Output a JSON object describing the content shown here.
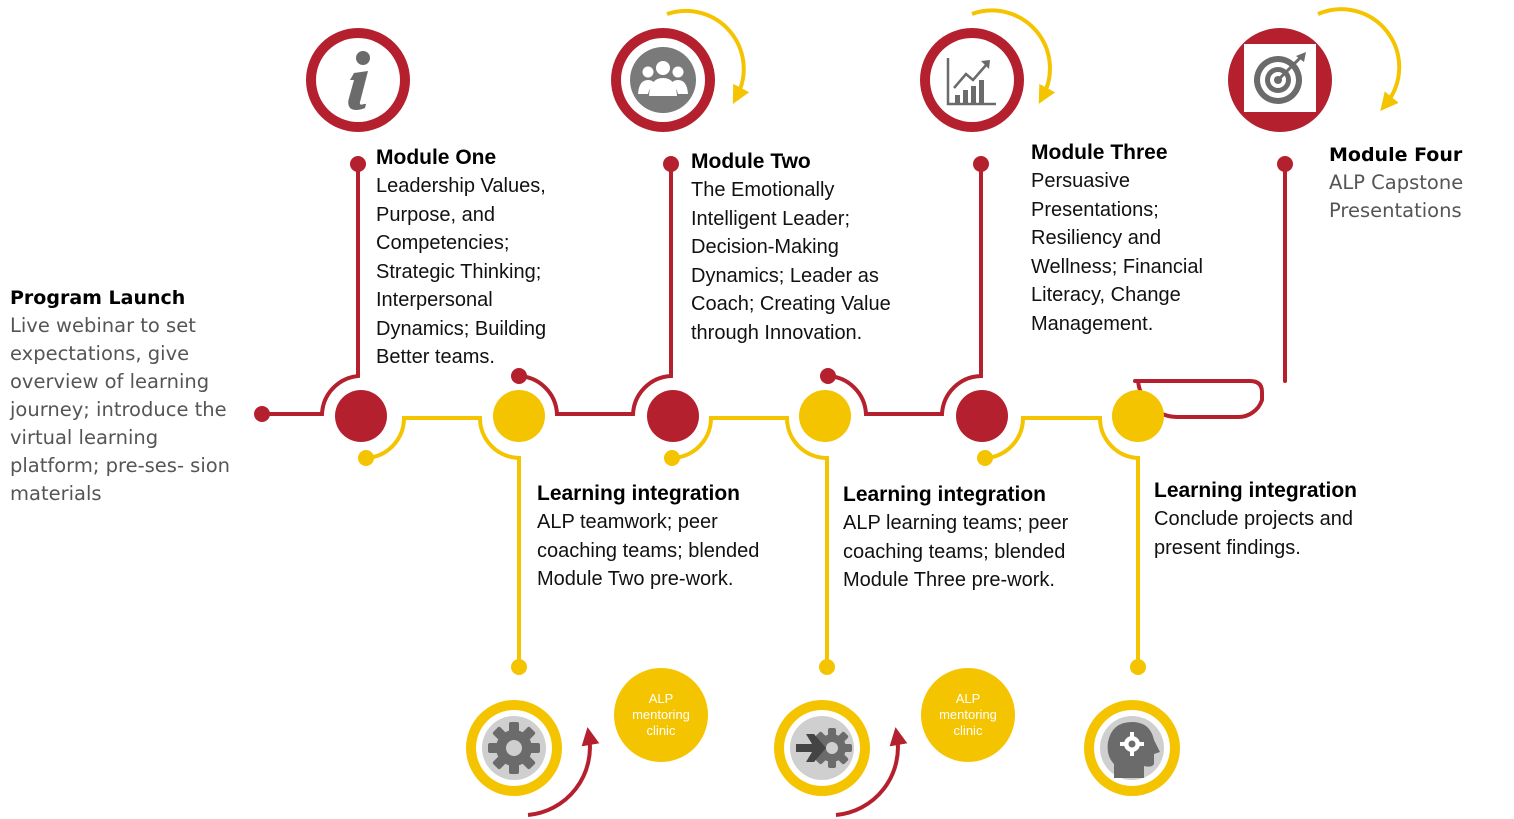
{
  "colors": {
    "red": "#b5202e",
    "yellow": "#f5c400",
    "gray": "#6b6b6b"
  },
  "launch": {
    "title": "Program Launch",
    "body": "Live webinar to set expectations, give overview of learning journey; introduce the virtual learning platform; pre-ses- sion materials"
  },
  "modules": [
    {
      "title": "Module One",
      "body": "Leadership Values, Purpose, and Competencies; Strategic Thinking; Interpersonal Dynamics; Building Better teams.",
      "icon": "info-icon"
    },
    {
      "title": "Module Two",
      "body": "The Emotionally Intelligent Leader; Decision-Making Dynamics; Leader as Coach; Creating Value through Innovation.",
      "icon": "people-icon"
    },
    {
      "title": "Module Three",
      "body": "Persuasive Presentations; Resiliency and Wellness; Financial Literacy, Change Management.",
      "icon": "growth-chart-icon"
    },
    {
      "title": "Module Four",
      "body": "ALP Capstone Presentations",
      "icon": "target-icon"
    }
  ],
  "integrations": [
    {
      "title": "Learning integration",
      "body": "ALP teamwork; peer coaching teams; blended Module Two pre-work.",
      "icon": "gear-icon"
    },
    {
      "title": "Learning integration",
      "body": "ALP learning teams; peer coaching teams; blended Module Three pre-work.",
      "icon": "arrow-gear-icon"
    },
    {
      "title": "Learning integration",
      "body": "Conclude projects and present findings.",
      "icon": "head-gear-icon"
    }
  ],
  "clinics": [
    {
      "label": "ALP mentoring clinic"
    },
    {
      "label": "ALP mentoring clinic"
    }
  ]
}
